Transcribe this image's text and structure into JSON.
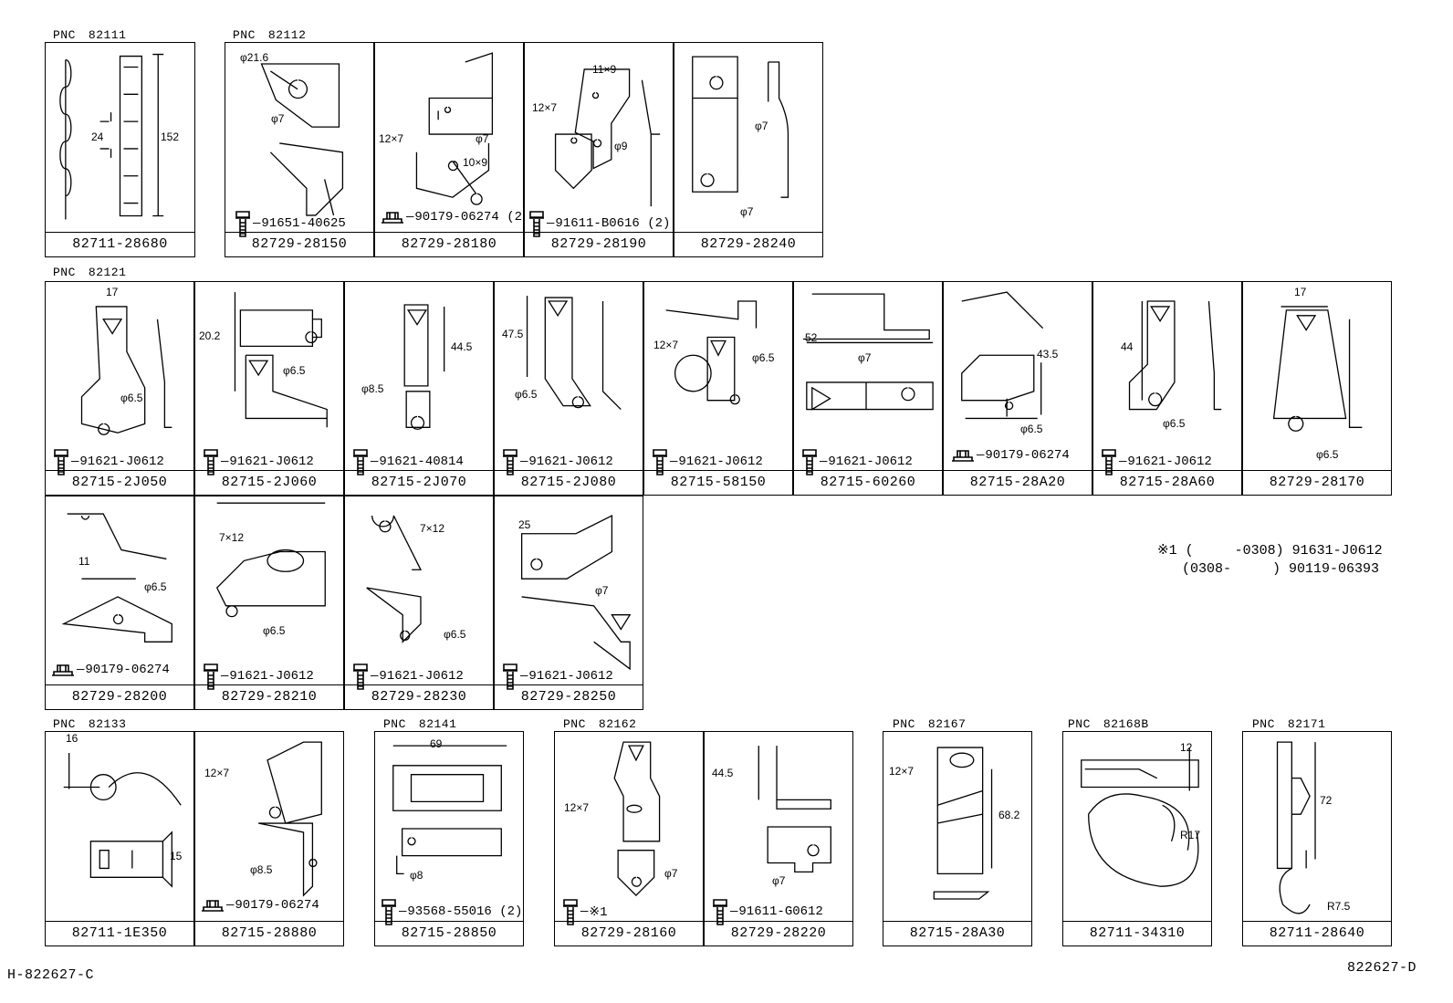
{
  "pnc_label": "PNC",
  "groups": [
    {
      "pnc": "82111"
    },
    {
      "pnc": "82112"
    },
    {
      "pnc": "82121"
    },
    {
      "pnc": "82133"
    },
    {
      "pnc": "82141"
    },
    {
      "pnc": "82162"
    },
    {
      "pnc": "82167"
    },
    {
      "pnc": "82168B"
    },
    {
      "pnc": "82171"
    }
  ],
  "parts": [
    {
      "pn": "82711-28680",
      "dims": [
        "24",
        "152"
      ],
      "bolt": ""
    },
    {
      "pn": "82729-28150",
      "dims": [
        "φ21.6",
        "φ7"
      ],
      "bolt": "91651-40625"
    },
    {
      "pn": "82729-28180",
      "dims": [
        "12×7",
        "φ7",
        "10×9"
      ],
      "bolt": "90179-06274 (2)"
    },
    {
      "pn": "82729-28190",
      "dims": [
        "11×9",
        "12×7",
        "φ9"
      ],
      "bolt": "91611-B0616 (2)"
    },
    {
      "pn": "82729-28240",
      "dims": [
        "φ7",
        "φ7"
      ],
      "bolt": ""
    },
    {
      "pn": "82715-2J050",
      "dims": [
        "17",
        "φ6.5"
      ],
      "bolt": "91621-J0612"
    },
    {
      "pn": "82715-2J060",
      "dims": [
        "20.2",
        "φ6.5"
      ],
      "bolt": "91621-J0612"
    },
    {
      "pn": "82715-2J070",
      "dims": [
        "44.5",
        "φ8.5"
      ],
      "bolt": "91621-40814"
    },
    {
      "pn": "82715-2J080",
      "dims": [
        "47.5",
        "φ6.5"
      ],
      "bolt": "91621-J0612"
    },
    {
      "pn": "82715-58150",
      "dims": [
        "12×7",
        "φ6.5"
      ],
      "bolt": "91621-J0612"
    },
    {
      "pn": "82715-60260",
      "dims": [
        "52",
        "φ7"
      ],
      "bolt": "91621-J0612"
    },
    {
      "pn": "82715-28A20",
      "dims": [
        "43.5",
        "φ6.5"
      ],
      "bolt": "90179-06274"
    },
    {
      "pn": "82715-28A60",
      "dims": [
        "44",
        "φ6.5"
      ],
      "bolt": "91621-J0612"
    },
    {
      "pn": "82729-28170",
      "dims": [
        "17",
        "φ6.5"
      ],
      "bolt": ""
    },
    {
      "pn": "82729-28200",
      "dims": [
        "11",
        "φ6.5"
      ],
      "bolt": "90179-06274"
    },
    {
      "pn": "82729-28210",
      "dims": [
        "7×12",
        "φ6.5"
      ],
      "bolt": "91621-J0612"
    },
    {
      "pn": "82729-28230",
      "dims": [
        "7×12",
        "φ6.5"
      ],
      "bolt": "91621-J0612"
    },
    {
      "pn": "82729-28250",
      "dims": [
        "25",
        "φ7"
      ],
      "bolt": "91621-J0612"
    },
    {
      "pn": "82711-1E350",
      "dims": [
        "16",
        "15"
      ],
      "bolt": ""
    },
    {
      "pn": "82715-28880",
      "dims": [
        "12×7",
        "φ8.5"
      ],
      "bolt": "90179-06274"
    },
    {
      "pn": "82715-28850",
      "dims": [
        "69",
        "φ8"
      ],
      "bolt": "93568-55016 (2)"
    },
    {
      "pn": "82729-28160",
      "dims": [
        "12×7",
        "φ7"
      ],
      "bolt": "※1"
    },
    {
      "pn": "82729-28220",
      "dims": [
        "44.5",
        "φ7"
      ],
      "bolt": "91611-G0612"
    },
    {
      "pn": "82715-28A30",
      "dims": [
        "12×7",
        "68.2"
      ],
      "bolt": ""
    },
    {
      "pn": "82711-34310",
      "dims": [
        "12",
        "R17"
      ],
      "bolt": ""
    },
    {
      "pn": "82711-28640",
      "dims": [
        "72",
        "R7.5"
      ],
      "bolt": ""
    }
  ],
  "note": {
    "line1": "※1 (     -0308) 91631-J0612",
    "line2": "   (0308-     ) 90119-06393"
  },
  "footer": {
    "left": "H-822627-C",
    "right": "822627-D"
  }
}
